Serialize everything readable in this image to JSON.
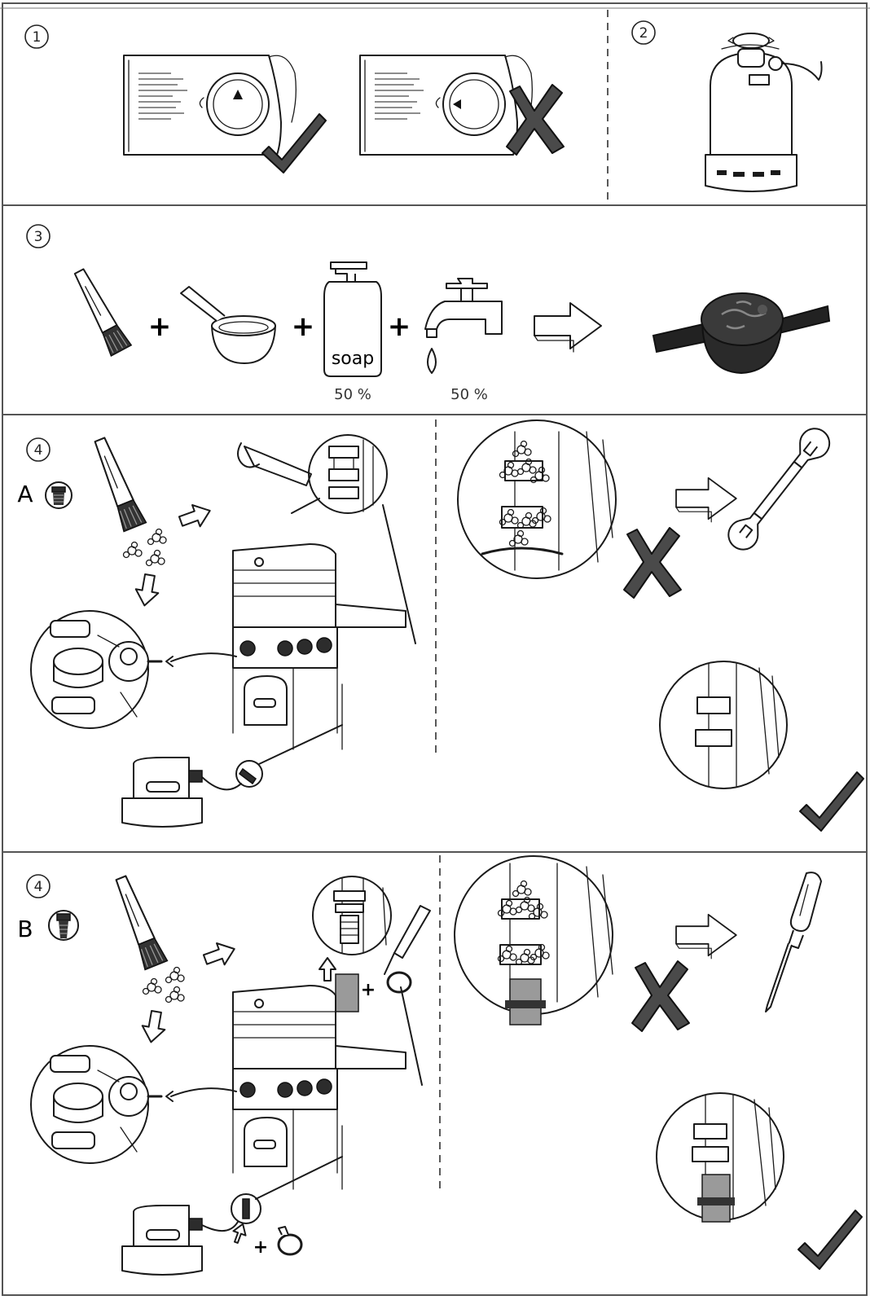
{
  "steps": {
    "s1": "1",
    "s2": "2",
    "s3": "3",
    "s4a": "4",
    "s4b": "4"
  },
  "variants": {
    "a": "A",
    "b": "B"
  },
  "step3": {
    "soap_label": "soap",
    "soap_ratio": "50 %",
    "water_ratio": "50 %",
    "plus": "+"
  },
  "step4b": {
    "plus": "+"
  },
  "colors": {
    "line": "#1a1a1a",
    "mark_fill": "#4a4a4a",
    "panel_border": "#555555"
  },
  "icons": [
    "brush-icon",
    "pan-icon",
    "soap-bottle-icon",
    "tap-icon",
    "arrow-right-icon",
    "wrench-icon",
    "screwdriver-icon",
    "check-icon",
    "cross-icon",
    "gas-cylinder-icon",
    "bbq-grill-icon",
    "hose-clamp-icon"
  ]
}
